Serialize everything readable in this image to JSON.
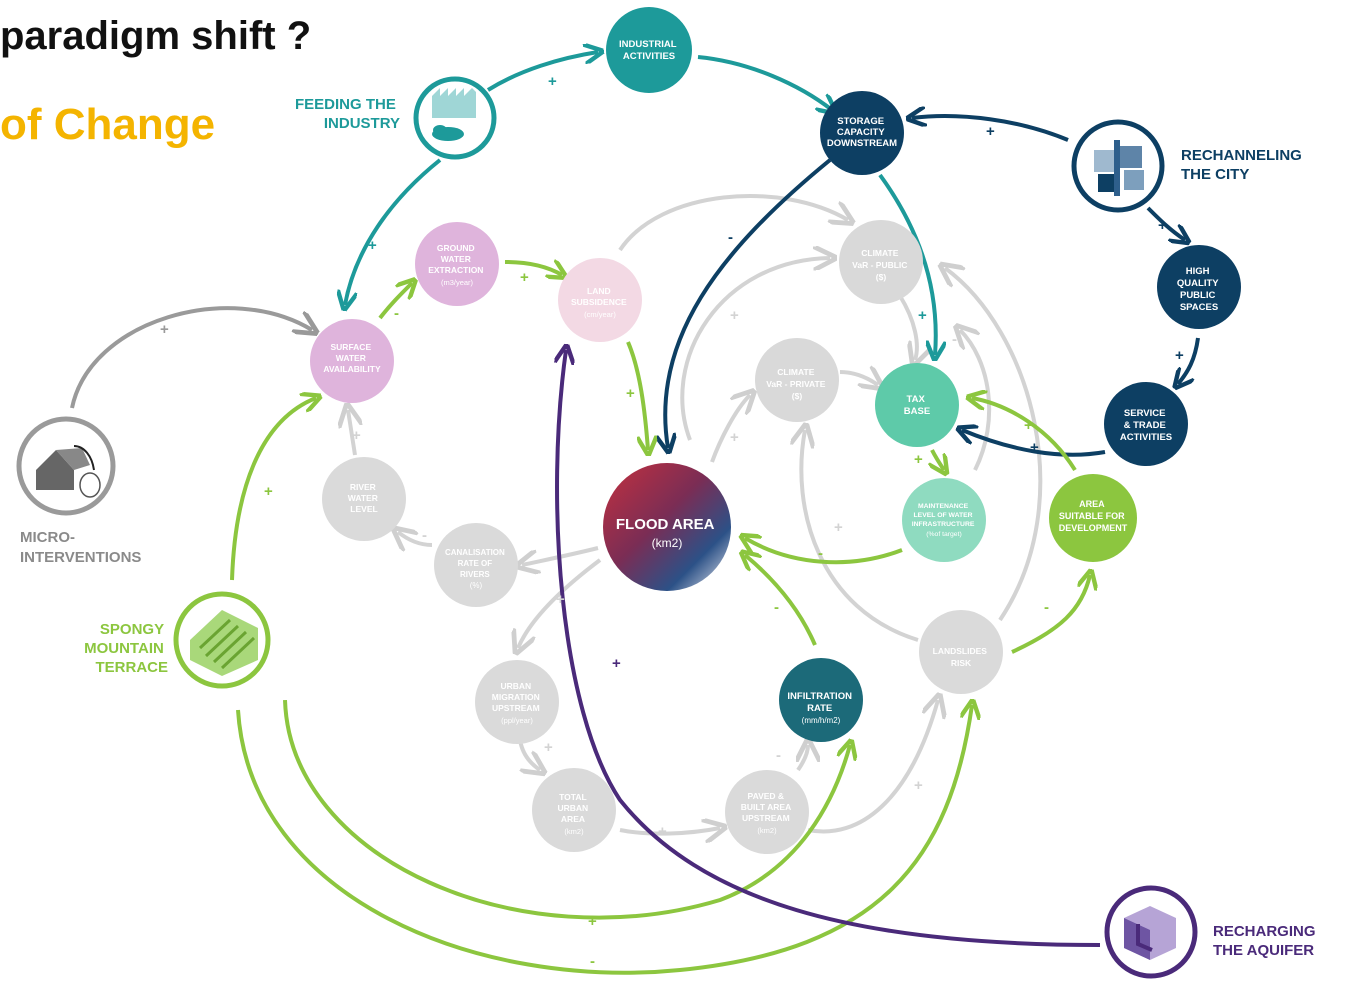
{
  "title": "paradigm shift ?",
  "subtitle": "of Change",
  "colors": {
    "teal": "#1d9a9a",
    "navy": "#0d3f63",
    "green": "#8cc63f",
    "purple": "#4a2a7a",
    "pink": "#dfb4dc",
    "grey": "#d6d6d6",
    "mint": "#5ecaa9",
    "darkteal": "#1c6a79"
  },
  "interventions": {
    "feeding": [
      "FEEDING THE",
      "INDUSTRY"
    ],
    "rechanneling": [
      "RECHANNELING",
      "THE CITY"
    ],
    "micro": [
      "MICRO-",
      "INTERVENTIONS"
    ],
    "spongy": [
      "SPONGY",
      "MOUNTAIN",
      "TERRACE"
    ],
    "recharging": [
      "RECHARGING",
      "THE AQUIFER"
    ]
  },
  "nodes": {
    "industrial": [
      "INDUSTRIAL",
      "ACTIVITIES"
    ],
    "storage": [
      "STORAGE",
      "CAPACITY",
      "DOWNSTREAM"
    ],
    "high_quality": [
      "HIGH",
      "QUALITY",
      "PUBLIC",
      "SPACES"
    ],
    "service": [
      "SERVICE",
      "& TRADE",
      "ACTIVITIES"
    ],
    "ground_water": [
      "GROUND",
      "WATER",
      "EXTRACTION",
      "(m3/year)"
    ],
    "land_subsidence": [
      "LAND",
      "SUBSIDENCE",
      "(cm/year)"
    ],
    "surface_water": [
      "SURFACE",
      "WATER",
      "AVAILABILITY"
    ],
    "climate_public": [
      "CLIMATE",
      "VaR - PUBLIC",
      "($)"
    ],
    "climate_private": [
      "CLIMATE",
      "VaR - PRIVATE",
      "($)"
    ],
    "tax_base": [
      "TAX",
      "BASE"
    ],
    "flood_area": [
      "FLOOD AREA",
      "(km2)"
    ],
    "maintenance": [
      "MAINTENANCE",
      "LEVEL OF WATER",
      "INFRASTRUCTURE",
      "(%of target)"
    ],
    "area_suitable": [
      "AREA",
      "SUITABLE FOR",
      "DEVELOPMENT"
    ],
    "river_level": [
      "RIVER",
      "WATER",
      "LEVEL"
    ],
    "canalisation": [
      "CANALISATION",
      "RATE OF",
      "RIVERS",
      "(%)"
    ],
    "landslides": [
      "LANDSLIDES",
      "RISK"
    ],
    "urban_migration": [
      "URBAN",
      "MIGRATION",
      "UPSTREAM",
      "(ppl/year)"
    ],
    "infiltration": [
      "INFILTRATION",
      "RATE",
      "(mm/h/m2)"
    ],
    "total_urban": [
      "TOTAL",
      "URBAN",
      "AREA",
      "(km2)"
    ],
    "paved": [
      "PAVED &",
      "BUILT AREA",
      "UPSTREAM",
      "(km2)"
    ]
  },
  "polarity": {
    "plus": "+",
    "minus": "-"
  }
}
